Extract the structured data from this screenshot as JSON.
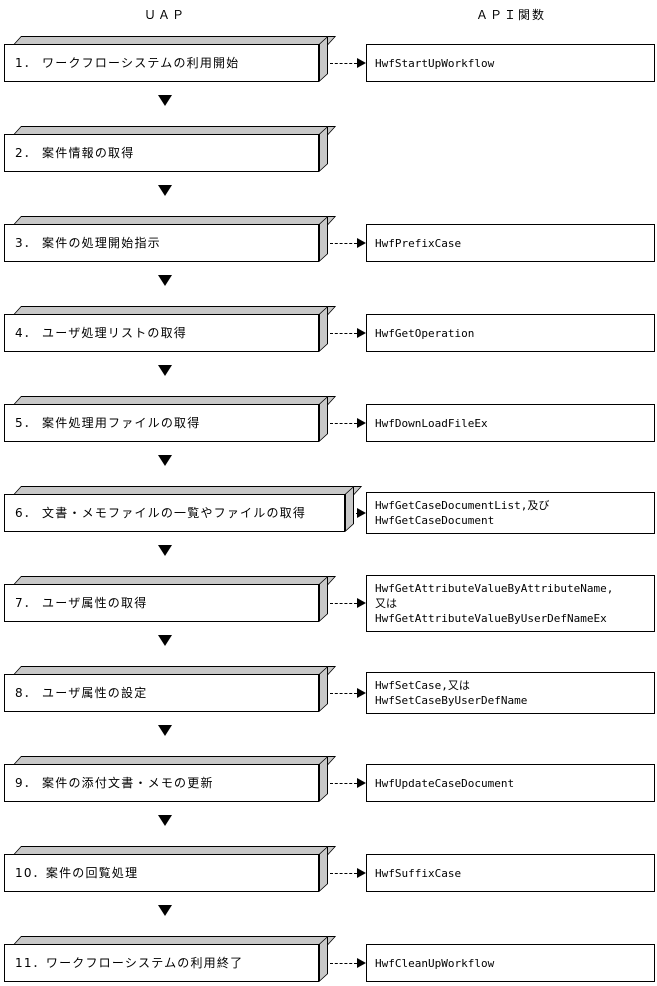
{
  "headers": {
    "left": "ＵＡＰ",
    "right": "ＡＰＩ関数"
  },
  "steps": [
    {
      "uap": "1． ワークフローシステムの利用開始",
      "api": [
        "HwfStartUpWorkflow"
      ],
      "has_api": true,
      "wide": false
    },
    {
      "uap": "2． 案件情報の取得",
      "api": [],
      "has_api": false,
      "wide": false
    },
    {
      "uap": "3． 案件の処理開始指示",
      "api": [
        "HwfPrefixCase"
      ],
      "has_api": true,
      "wide": false
    },
    {
      "uap": "4． ユーザ処理リストの取得",
      "api": [
        "HwfGetOperation"
      ],
      "has_api": true,
      "wide": false
    },
    {
      "uap": "5． 案件処理用ファイルの取得",
      "api": [
        "HwfDownLoadFileEx"
      ],
      "has_api": true,
      "wide": false
    },
    {
      "uap": "6． 文書・メモファイルの一覧やファイルの取得",
      "api": [
        "HwfGetCaseDocumentList,及び",
        "HwfGetCaseDocument"
      ],
      "has_api": true,
      "wide": true
    },
    {
      "uap": "7． ユーザ属性の取得",
      "api": [
        "HwfGetAttributeValueByAttributeName,",
        "又は",
        "HwfGetAttributeValueByUserDefNameEx"
      ],
      "has_api": true,
      "wide": false
    },
    {
      "uap": "8． ユーザ属性の設定",
      "api": [
        "HwfSetCase,又は",
        "HwfSetCaseByUserDefName"
      ],
      "has_api": true,
      "wide": false
    },
    {
      "uap": "9． 案件の添付文書・メモの更新",
      "api": [
        "HwfUpdateCaseDocument"
      ],
      "has_api": true,
      "wide": false
    },
    {
      "uap": "10．案件の回覧処理",
      "api": [
        "HwfSuffixCase"
      ],
      "has_api": true,
      "wide": false
    },
    {
      "uap": "11．ワークフローシステムの利用終了",
      "api": [
        "HwfCleanUpWorkflow"
      ],
      "has_api": true,
      "wide": false
    }
  ],
  "layout": {
    "row_tops": [
      28,
      118,
      208,
      298,
      388,
      478,
      568,
      658,
      748,
      838,
      928
    ],
    "arrow_tops": [
      95,
      185,
      275,
      365,
      455,
      545,
      635,
      725,
      815,
      905
    ],
    "box_width_normal": 315,
    "box_width_wide": 341,
    "colors": {
      "box_face": "#ffffff",
      "box_shade": "#c8c8c8",
      "stroke": "#000000",
      "background": "#ffffff"
    }
  }
}
